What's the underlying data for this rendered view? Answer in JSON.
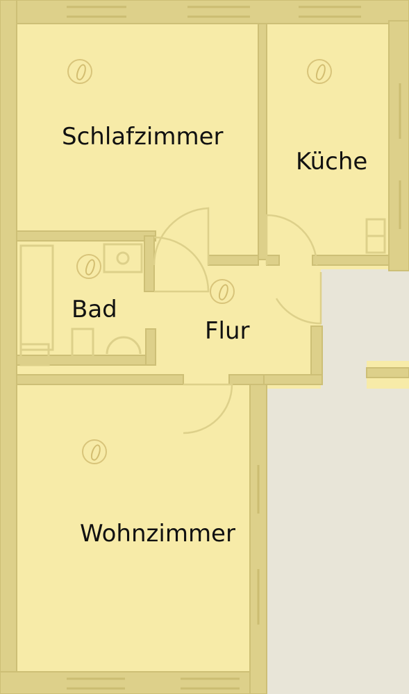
{
  "rooms": {
    "schlafzimmer": "Schlafzimmer",
    "kueche": "Küche",
    "bad": "Bad",
    "flur": "Flur",
    "wohnzimmer": "Wohnzimmer"
  },
  "colors": {
    "paper": "#f7eba8",
    "wall": "#ddd08a",
    "wall_dark": "#cbbd72",
    "outside": "#e8e5d8",
    "text": "#111111"
  },
  "icons": [
    "ceiling-lamp-icon"
  ]
}
